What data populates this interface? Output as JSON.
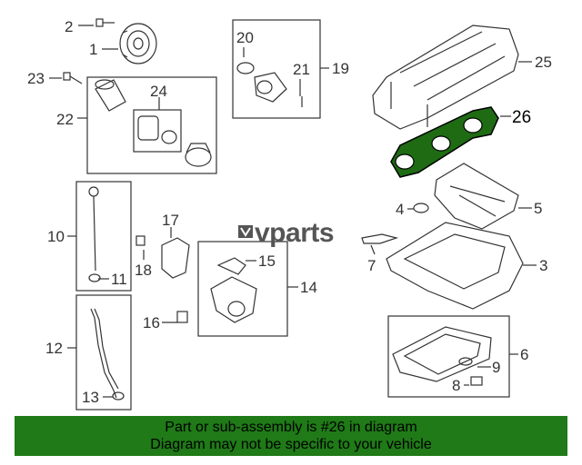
{
  "diagram": {
    "callouts": {
      "c1": "1",
      "c2": "2",
      "c3": "3",
      "c4": "4",
      "c5": "5",
      "c6": "6",
      "c7": "7",
      "c8": "8",
      "c9": "9",
      "c10": "10",
      "c11": "11",
      "c12": "12",
      "c13": "13",
      "c14": "14",
      "c15": "15",
      "c16": "16",
      "c17": "17",
      "c18": "18",
      "c19": "19",
      "c20": "20",
      "c21": "21",
      "c22": "22",
      "c23": "23",
      "c24": "24",
      "c25": "25",
      "c26": "26"
    },
    "highlight_color": "#1e6b14",
    "watermark": {
      "mark": "⬎",
      "text": "vparts"
    }
  },
  "notice": {
    "line1": "Part or sub-assembly is #26 in diagram",
    "line2": "Diagram may not be specific to your vehicle",
    "background": "#1f7a17"
  }
}
